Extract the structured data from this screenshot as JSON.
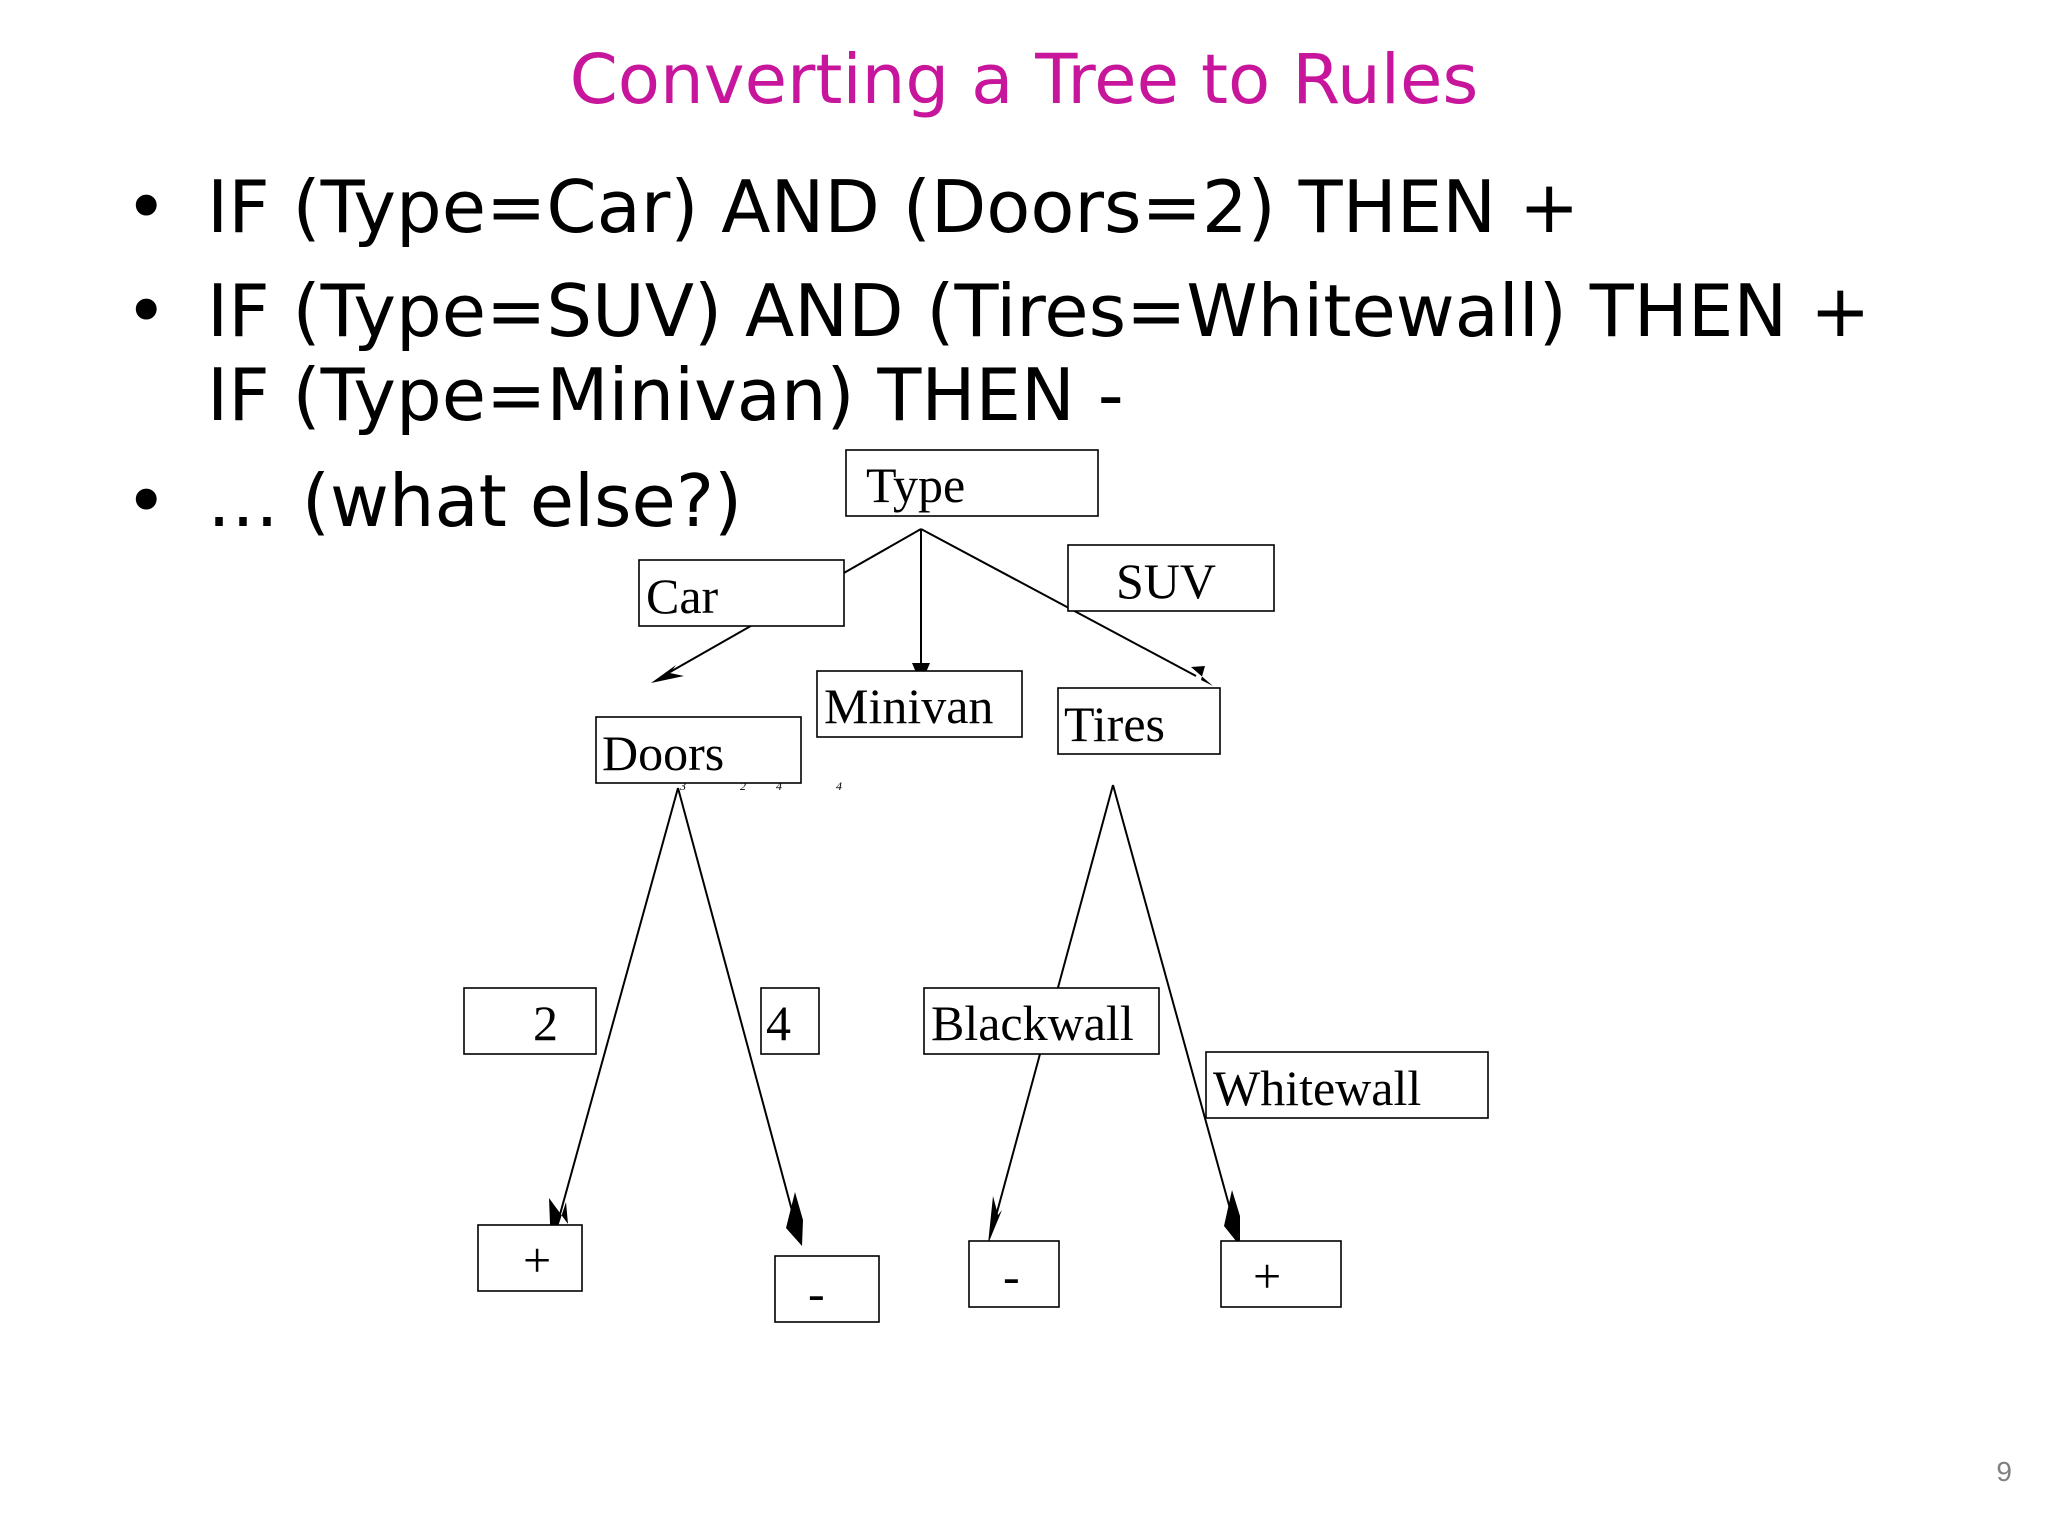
{
  "slide": {
    "title": "Converting a Tree to Rules",
    "bullets": [
      "IF (Type=Car) AND (Doors=2) THEN +",
      "IF (Type=SUV) AND (Tires=Whitewall) THEN +  IF (Type=Minivan) THEN -",
      "… (what else?)"
    ],
    "page_number": "9"
  },
  "tree": {
    "root": "Type",
    "edge_labels": {
      "car": "Car",
      "minivan": "Minivan",
      "suv": "SUV",
      "doors_2": "2",
      "doors_4": "4",
      "blackwall": "Blackwall",
      "whitewall": "Whitewall"
    },
    "nodes": {
      "doors": "Doors",
      "tires": "Tires"
    },
    "leaves": {
      "doors_2": "+",
      "doors_4": "-",
      "blackwall": "-",
      "whitewall": "+"
    },
    "tiny_marks": [
      "3",
      "2",
      "4",
      "4"
    ]
  }
}
